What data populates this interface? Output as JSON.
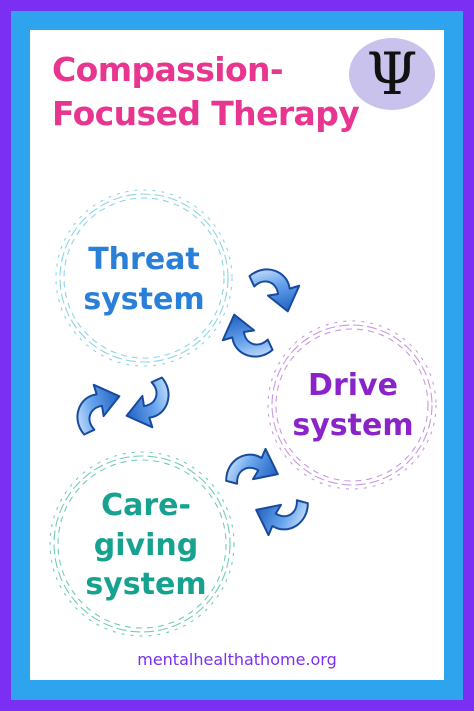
{
  "title": {
    "line1": "Compassion-",
    "line2": "Focused Therapy"
  },
  "logo": {
    "symbol": "Ψ",
    "icon": "psi-icon"
  },
  "nodes": {
    "threat": {
      "line1": "Threat",
      "line2": "system"
    },
    "drive": {
      "line1": "Drive",
      "line2": "system"
    },
    "care": {
      "line1": "Care-",
      "line2": "giving",
      "line3": "system"
    }
  },
  "footer": {
    "text": "mentalhealthathome.org"
  },
  "colors": {
    "title": "#e8358f",
    "border_outer": "#7b2ff2",
    "border_inner": "#2fa4ee",
    "threat": "#2a7fd8",
    "drive": "#8a24c8",
    "care": "#17a28f",
    "arrow": "#2a72d4"
  }
}
